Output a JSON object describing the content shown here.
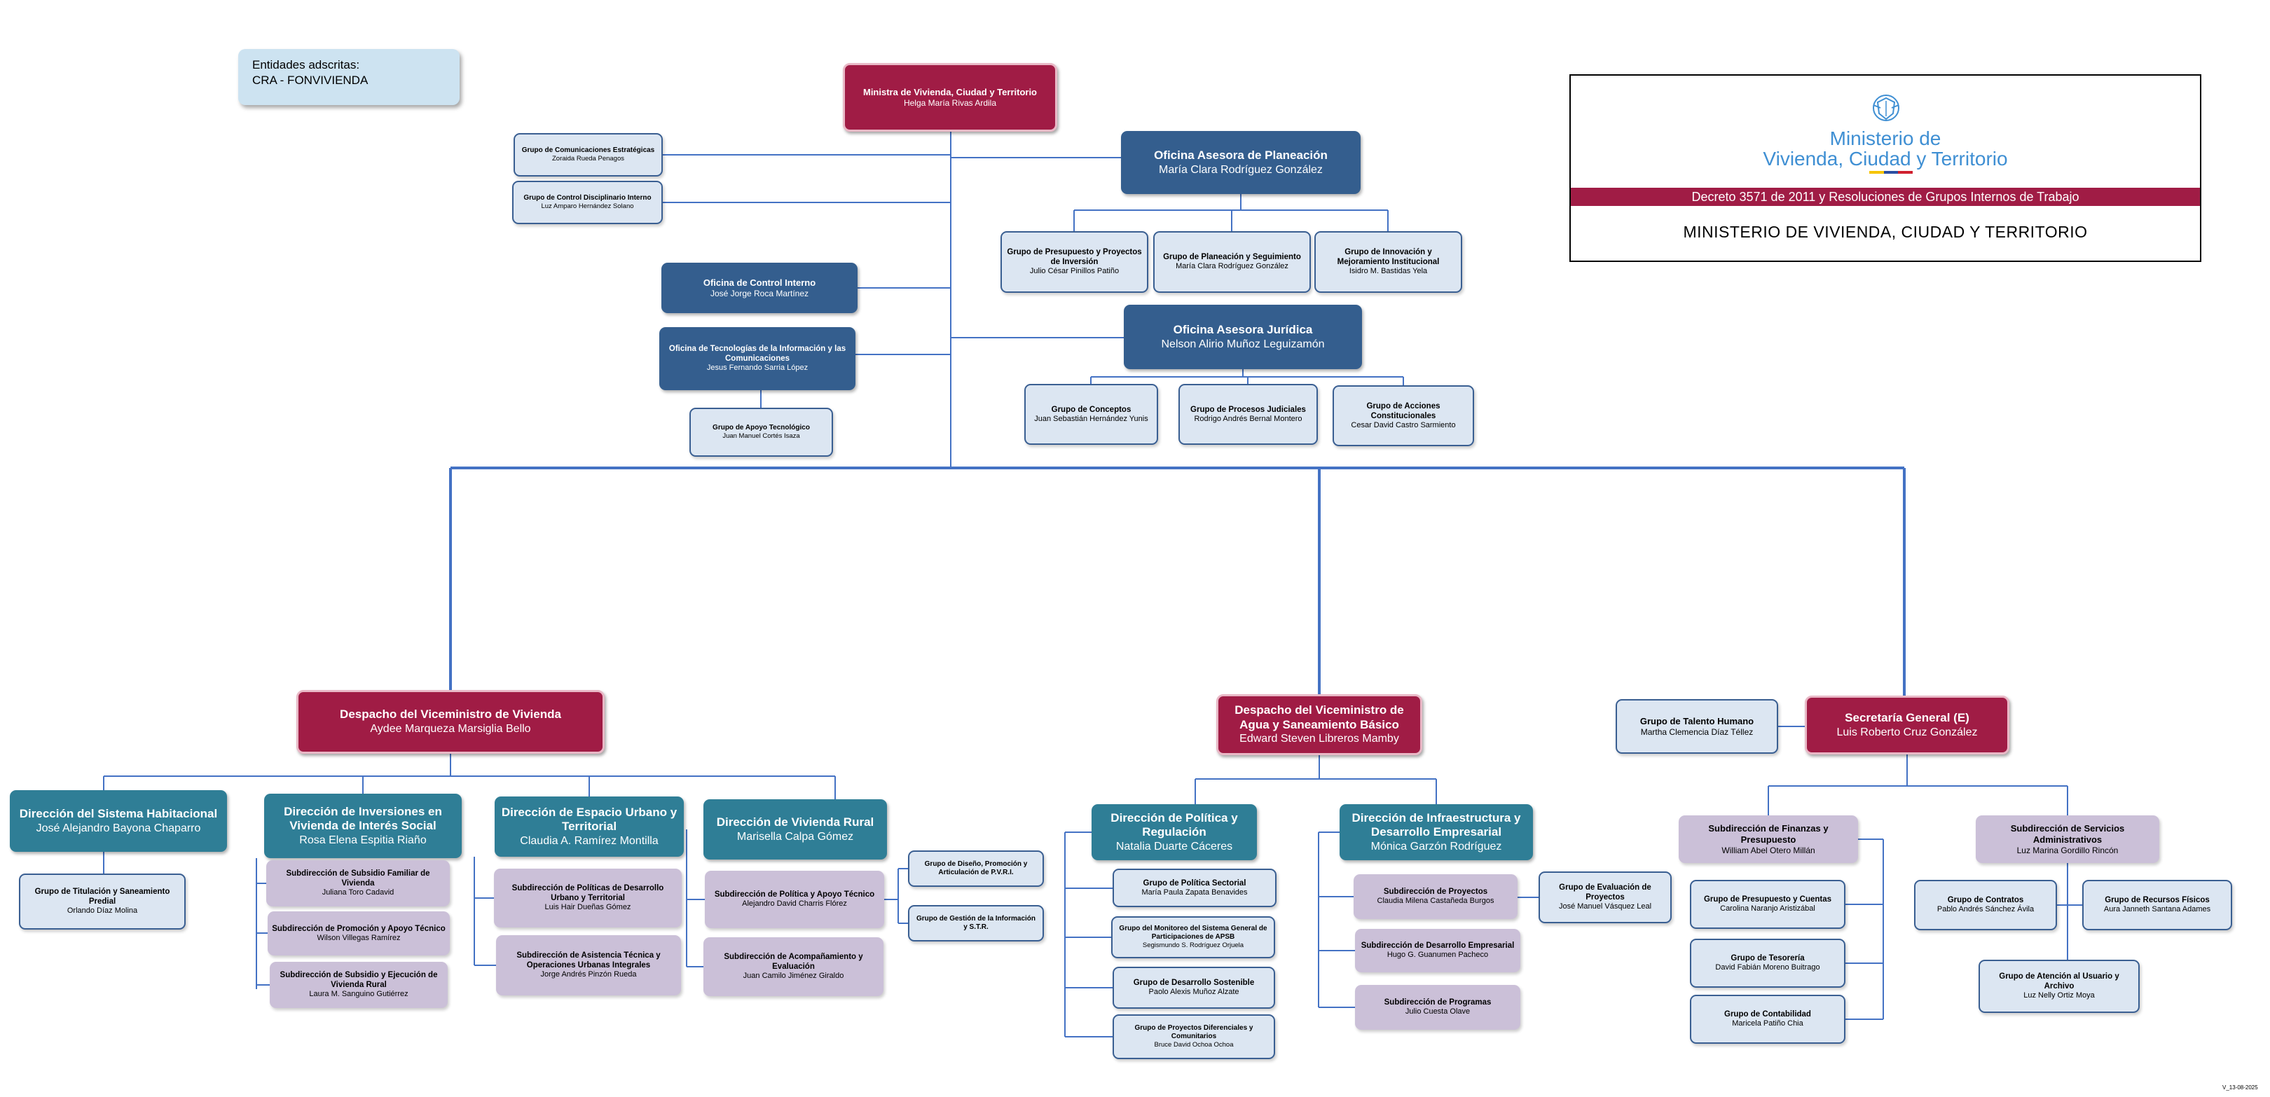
{
  "entidades": {
    "line1": "Entidades adscritas:",
    "line2": "CRA - FONVIVIENDA"
  },
  "header": {
    "ministry_line1": "Ministerio de",
    "ministry_line2": "Vivienda, Ciudad y Territorio",
    "decree": "Decreto 3571 de 2011 y Resoluciones de Grupos Internos de Trabajo",
    "caption": "MINISTERIO DE VIVIENDA, CIUDAD Y TERRITORIO"
  },
  "version": "V_13-08-2025",
  "colors": {
    "crimson": "#a01c45",
    "navy": "#345e8e",
    "teal": "#2f7e96",
    "lavender": "#cbc0d8",
    "light": "#dce6f2",
    "line": "#4472c4",
    "logo_blue": "#3f8fd3"
  },
  "nodes": {
    "ministra": {
      "title": "Ministra de Vivienda, Ciudad y Territorio",
      "name": "Helga María Rivas Ardila"
    },
    "g_comunicaciones": {
      "title": "Grupo de Comunicaciones Estratégicas",
      "name": "Zoraida Rueda Penagos"
    },
    "g_disciplinario": {
      "title": "Grupo de Control Disciplinario Interno",
      "name": "Luz Amparo Hernández Solano"
    },
    "of_control": {
      "title": "Oficina de Control Interno",
      "name": "José Jorge Roca Martínez"
    },
    "of_tic": {
      "title": "Oficina de Tecnologías de la Información y las Comunicaciones",
      "name": "Jesus Fernando Sarria López"
    },
    "g_apoyo_tec": {
      "title": "Grupo de Apoyo Tecnológico",
      "name": "Juan Manuel Cortés Isaza"
    },
    "of_planeacion": {
      "title": "Oficina Asesora de Planeación",
      "name": "María Clara Rodríguez González"
    },
    "g_presupuesto_inv": {
      "title": "Grupo de Presupuesto y Proyectos de Inversión",
      "name": "Julio César Pinillos Patiño"
    },
    "g_planeacion_seg": {
      "title": "Grupo de Planeación y Seguimiento",
      "name": "María Clara Rodríguez González"
    },
    "g_innovacion": {
      "title": "Grupo de Innovación y Mejoramiento Institucional",
      "name": "Isidro M. Bastidas Yela"
    },
    "of_juridica": {
      "title": "Oficina Asesora Jurídica",
      "name": "Nelson Alirio Muñoz Leguizamón"
    },
    "g_conceptos": {
      "title": "Grupo de Conceptos",
      "name": "Juan Sebastián Hernández Yunis"
    },
    "g_procesos": {
      "title": "Grupo de Procesos Judiciales",
      "name": "Rodrigo Andrés Bernal Montero"
    },
    "g_acciones": {
      "title": "Grupo de Acciones Constitucionales",
      "name": "Cesar David Castro Sarmiento"
    },
    "vice_vivienda": {
      "title": "Despacho del Viceministro de Vivienda",
      "name": "Aydee Marqueza Marsiglia Bello"
    },
    "vice_agua": {
      "title": "Despacho del Viceministro de Agua y Saneamiento Básico",
      "name": "Edward Steven Libreros Mamby"
    },
    "secretaria": {
      "title": "Secretaría General (E)",
      "name": "Luis Roberto Cruz González"
    },
    "g_talento": {
      "title": "Grupo de Talento Humano",
      "name": "Martha Clemencia Díaz Téllez"
    },
    "d_habitacional": {
      "title": "Dirección del Sistema Habitacional",
      "name": "José Alejandro Bayona Chaparro"
    },
    "g_titulacion": {
      "title": "Grupo de Titulación y Saneamiento Predial",
      "name": "Orlando Díaz Molina"
    },
    "d_inversiones": {
      "title": "Dirección de Inversiones en Vivienda de Interés Social",
      "name": "Rosa Elena Espitia Riaño"
    },
    "s_subsidio_familiar": {
      "title": "Subdirección de Subsidio Familiar de Vivienda",
      "name": "Juliana Toro Cadavid"
    },
    "s_promocion": {
      "title": "Subdirección de Promoción y Apoyo Técnico",
      "name": "Wilson Villegas Ramírez"
    },
    "s_subsidio_rural": {
      "title": "Subdirección de Subsidio y Ejecución de Vivienda Rural",
      "name": "Laura M. Sanguino Gutiérrez"
    },
    "d_espacio": {
      "title": "Dirección de Espacio Urbano y Territorial",
      "name": "Claudia A. Ramírez Montilla"
    },
    "s_politicas_urbano": {
      "title": "Subdirección de Políticas de Desarrollo Urbano y Territorial",
      "name": "Luis Hair Dueñas Gómez"
    },
    "s_asistencia": {
      "title": "Subdirección de Asistencia Técnica y Operaciones Urbanas Integrales",
      "name": "Jorge Andrés Pinzón Rueda"
    },
    "d_rural": {
      "title": "Dirección de Vivienda Rural",
      "name": "Marisella Calpa Gómez"
    },
    "s_politica_rural": {
      "title": "Subdirección de Política y Apoyo Técnico",
      "name": "Alejandro David Charris Flórez"
    },
    "s_acompanamiento": {
      "title": "Subdirección de Acompañamiento y Evaluación",
      "name": "Juan Camilo Jiménez Giraldo"
    },
    "g_diseno": {
      "title": "Grupo de Diseño, Promoción y Articulación de P.V.R.I.",
      "name": ""
    },
    "g_gestion_info": {
      "title": "Grupo de Gestión de la Información y S.T.R.",
      "name": ""
    },
    "d_politica_reg": {
      "title": "Dirección de Política y Regulación",
      "name": "Natalia Duarte Cáceres"
    },
    "g_politica_sectorial": {
      "title": "Grupo de Política Sectorial",
      "name": "María Paula Zapata Benavides"
    },
    "g_monitoreo": {
      "title": "Grupo del Monitoreo del Sistema General de Participaciones de APSB",
      "name": "Segismundo S. Rodríguez Orjuela"
    },
    "g_desarrollo_sost": {
      "title": "Grupo de Desarrollo Sostenible",
      "name": "Paolo Alexis Muñoz Alzate"
    },
    "g_proyectos_dif": {
      "title": "Grupo de Proyectos Diferenciales y Comunitarios",
      "name": "Bruce David Ochoa Ochoa"
    },
    "d_infraestructura": {
      "title": "Dirección de Infraestructura y Desarrollo Empresarial",
      "name": "Mónica Garzón Rodríguez"
    },
    "s_proyectos": {
      "title": "Subdirección de Proyectos",
      "name": "Claudia Milena Castañeda Burgos"
    },
    "g_evaluacion": {
      "title": "Grupo de Evaluación de Proyectos",
      "name": "José Manuel Vásquez Leal"
    },
    "s_desarrollo_emp": {
      "title": "Subdirección de Desarrollo Empresarial",
      "name": "Hugo G. Guanumen Pacheco"
    },
    "s_programas": {
      "title": "Subdirección de Programas",
      "name": "Julio Cuesta Olave"
    },
    "s_finanzas": {
      "title": "Subdirección de Finanzas y Presupuesto",
      "name": "William Abel Otero Millán"
    },
    "g_presupuesto_cuentas": {
      "title": "Grupo de Presupuesto y Cuentas",
      "name": "Carolina Naranjo Aristizábal"
    },
    "g_tesoreria": {
      "title": "Grupo de Tesorería",
      "name": "David Fabián Moreno Buitrago"
    },
    "g_contabilidad": {
      "title": "Grupo de Contabilidad",
      "name": "Maricela Patiño Chia"
    },
    "s_servicios": {
      "title": "Subdirección de Servicios Administrativos",
      "name": "Luz Marina Gordillo Rincón"
    },
    "g_contratos": {
      "title": "Grupo de Contratos",
      "name": "Pablo Andrés Sánchez Ávila"
    },
    "g_recursos": {
      "title": "Grupo de Recursos Físicos",
      "name": "Aura Janneth Santana Adames"
    },
    "g_atencion": {
      "title": "Grupo de Atención al Usuario y Archivo",
      "name": "Luz Nelly Ortiz Moya"
    }
  }
}
